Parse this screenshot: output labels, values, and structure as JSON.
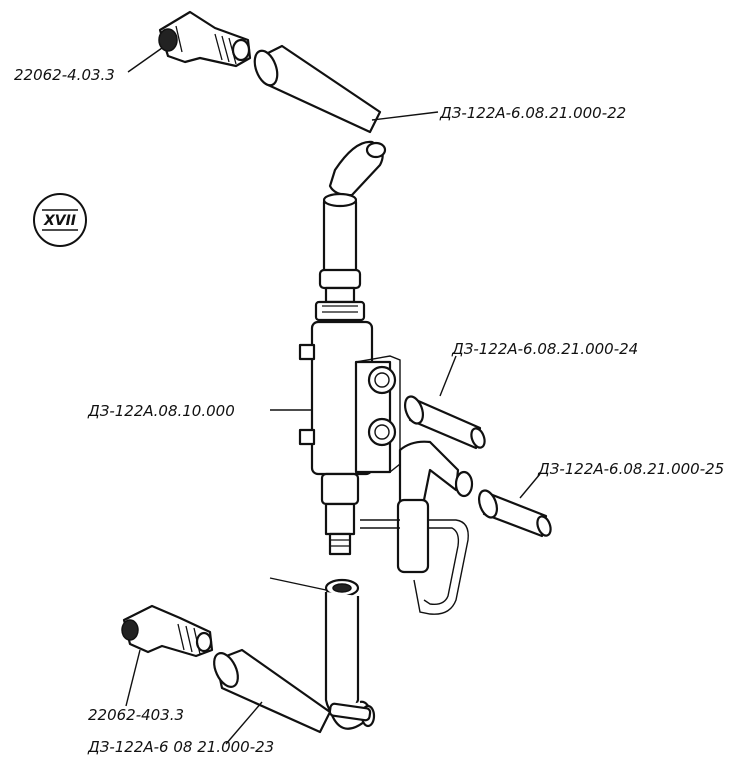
{
  "diagram": {
    "badge": "XVII",
    "labels": {
      "fitting_top": "22062-4.03.3",
      "pipe_top": "ДЗ-122А-6.08.21.000-22",
      "valve_block": "ДЗ-122А.08.10.000",
      "pipe_right_upper": "ДЗ-122А-6.08.21.000-24",
      "pipe_right_lower": "ДЗ-122А-6.08.21.000-25",
      "fitting_bottom": "22062-403.3",
      "pipe_bottom": "ДЗ-122А-6 08 21.000-23"
    }
  }
}
